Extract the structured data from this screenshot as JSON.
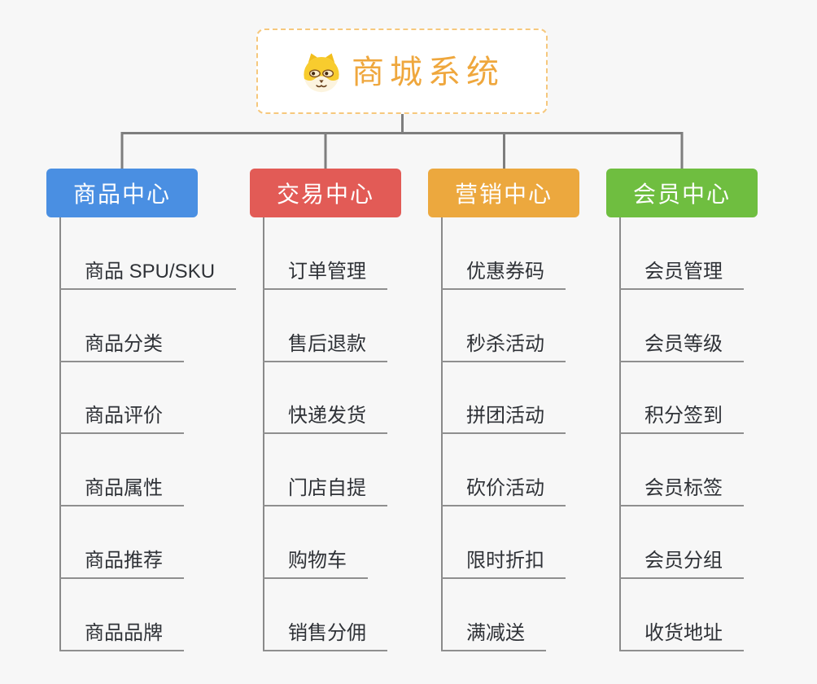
{
  "root": {
    "label": "商城系统",
    "icon": "dog-face-icon"
  },
  "colors": {
    "background": "#F7F7F7",
    "root_accent": "#EFA73D",
    "root_border": "#F6C87D",
    "connector": "#7E7E7E",
    "child_line": "#8F8F8F",
    "child_text": "#2F3237",
    "branch_product": "#4A8FE2",
    "branch_trade": "#E25B56",
    "branch_marketing": "#ECA83E",
    "branch_member": "#6FBE40"
  },
  "branches": [
    {
      "label": "商品中心",
      "color": "#4A8FE2",
      "items": [
        "商品 SPU/SKU",
        "商品分类",
        "商品评价",
        "商品属性",
        "商品推荐",
        "商品品牌"
      ]
    },
    {
      "label": "交易中心",
      "color": "#E25B56",
      "items": [
        "订单管理",
        "售后退款",
        "快递发货",
        "门店自提",
        "购物车",
        "销售分佣"
      ]
    },
    {
      "label": "营销中心",
      "color": "#ECA83E",
      "items": [
        "优惠券码",
        "秒杀活动",
        "拼团活动",
        "砍价活动",
        "限时折扣",
        "满减送"
      ]
    },
    {
      "label": "会员中心",
      "color": "#6FBE40",
      "items": [
        "会员管理",
        "会员等级",
        "积分签到",
        "会员标签",
        "会员分组",
        "收货地址"
      ]
    }
  ]
}
